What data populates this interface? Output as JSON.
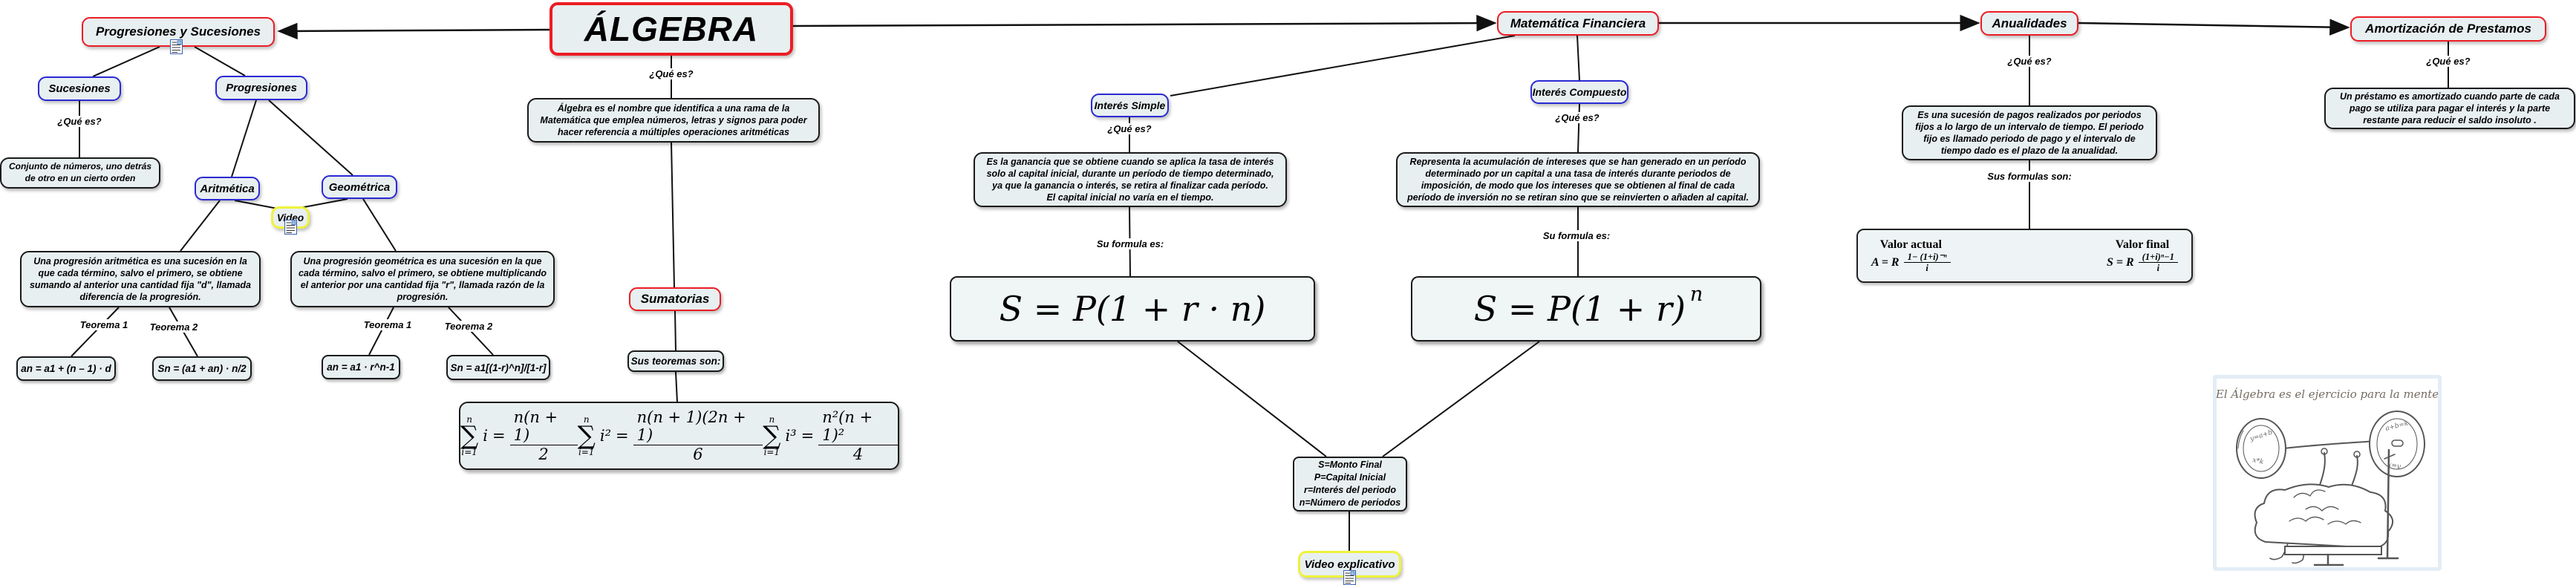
{
  "colors": {
    "red_border": "#ed1c24",
    "blue_border": "#2a2ad4",
    "yellow_border": "#eef23c",
    "black_border": "#1a1a1a",
    "node_fill": "#e8eff1",
    "line": "#111111"
  },
  "nodes": {
    "algebra": "ÁLGEBRA",
    "progresiones_y_sucesiones": "Progresiones y Sucesiones",
    "sucesiones": "Sucesiones",
    "progresiones": "Progresiones",
    "aritmetica": "Aritmética",
    "geometrica": "Geométrica",
    "video": "Video",
    "sumatorias": "Sumatorias",
    "sus_teoremas_son": "Sus teoremas son:",
    "matematica_financiera": "Matemática Financiera",
    "interes_simple": "Interés Simple",
    "interes_compuesto": "Interés Compuesto",
    "anualidades": "Anualidades",
    "amortizacion": "Amortización de Prestamos",
    "video_explicativo": "Video explicativo"
  },
  "labels": {
    "que_es": "¿Qué es?",
    "su_formula_es": "Su formula es:",
    "sus_formulas_son": "Sus formulas son:",
    "teorema_1": "Teorema 1",
    "teorema_2": "Teorema 2",
    "valor_actual": "Valor actual",
    "valor_final": "Valor final"
  },
  "descriptions": {
    "algebra": "Álgebra es el nombre que identifica a una rama de la Matemática que emplea números, letras y signos para poder hacer referencia a múltiples operaciones aritméticas",
    "sucesiones": "Conjunto de números, uno detrás de otro en un cierto orden",
    "aritmetica": "Una progresión aritmética es una sucesión en la que cada término, salvo el primero, se obtiene sumando al anterior una cantidad fija \"d\", llamada diferencia de la progresión.",
    "geometrica": "Una progresión geométrica es una sucesión en la que cada término, salvo el primero, se obtiene multiplicando el anterior por una cantidad fija \"r\", llamada razón de la progresión.",
    "interes_simple": "Es la ganancia que se obtiene cuando se aplica la tasa de interés solo al capital inicial, durante un período de tiempo determinado, ya que la ganancia o interés, se retira al finalizar cada período.",
    "interes_simple_2": "El capital inicial no varía en el tiempo.",
    "interes_compuesto": "Representa la acumulación de intereses que se han generado en un período determinado por un capital a una tasa de interés durante periodos de imposición, de modo que los intereses que se obtienen al final de cada período de inversión no se retiran sino que se reinvierten o añaden al capital.",
    "anualidades": "Es una sucesión de pagos realizados por periodos fijos a lo largo de un intervalo de tiempo. El periodo fijo es llamado periodo de pago y el intervalo de tiempo dado es el plazo de la anualidad.",
    "amortizacion": "Un préstamo es amortizado cuando parte de cada pago se utiliza para pagar el interés y la parte restante para reducir el saldo insoluto ."
  },
  "formulas": {
    "arit_teorema1": "an = a1 + (n – 1) · d",
    "arit_teorema2": "Sn = (a1 + an) · n/2",
    "geo_teorema1": "an = a1 · r^n-1",
    "geo_teorema2": "Sn = a1[(1-r)^n]/[1-r]",
    "interes_simple": "S = P(1 + r · n)",
    "interes_compuesto_base": "S = P(1 + r)",
    "interes_compuesto_exp": "n",
    "sumatorias": [
      {
        "upper": "n",
        "lower": "i=1",
        "body": "i",
        "eq": "=",
        "num": "n(n + 1)",
        "den": "2"
      },
      {
        "upper": "n",
        "lower": "i=1",
        "body": "i²",
        "eq": "=",
        "num": "n(n + 1)(2n + 1)",
        "den": "6"
      },
      {
        "upper": "n",
        "lower": "i=1",
        "body": "i³",
        "eq": "=",
        "num": "n²(n + 1)²",
        "den": "4"
      }
    ],
    "valor_actual_lhs": "A = R",
    "valor_actual_num": "1− (1+i)⁻ⁿ",
    "valor_actual_den": "i",
    "valor_final_lhs": "S = R",
    "valor_final_num": "(1+i)ⁿ−1",
    "valor_final_den": "i"
  },
  "legend": {
    "lines": [
      "S=Monto Final",
      "P=Capital Inicial",
      "r=Interés del periodo",
      "n=Número de periodos"
    ]
  },
  "image_caption": "El Álgebra es el ejercicio para la mente"
}
